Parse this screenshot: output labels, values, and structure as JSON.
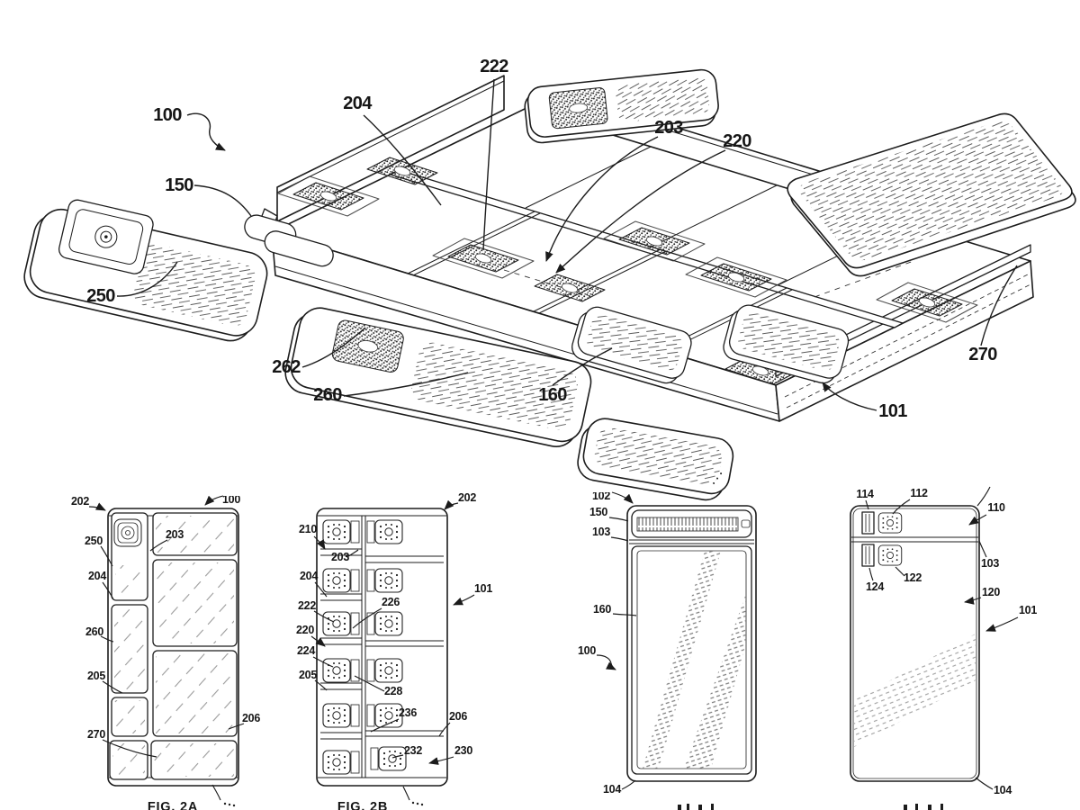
{
  "document": {
    "kind": "patent figure sheet",
    "description": "Exploded perspective view of a modular phone with an endoskeleton frame and detachable modules, above four detail views"
  },
  "top_figure": {
    "name": "exploded perspective assembly view",
    "labels": {
      "l100": "100",
      "l150": "150",
      "l250": "250",
      "l204": "204",
      "l222": "222",
      "l203": "203",
      "l220": "220",
      "l262": "262",
      "l260": "260",
      "l160": "160",
      "l270": "270",
      "l101": "101"
    }
  },
  "fig_2a": {
    "caption": "FIG. 2A",
    "labels": {
      "l202": "202",
      "l100": "100",
      "l250": "250",
      "l203": "203",
      "l204": "204",
      "l260": "260",
      "l205": "205",
      "l270": "270",
      "l206": "206"
    }
  },
  "fig_2b": {
    "caption": "FIG. 2B",
    "labels": {
      "l202": "202",
      "l210": "210",
      "l203": "203",
      "l204": "204",
      "l222": "222",
      "l220": "220",
      "l224": "224",
      "l205": "205",
      "l226": "226",
      "l228": "228",
      "l236": "236",
      "l232": "232",
      "l206": "206",
      "l230": "230",
      "l101": "101"
    }
  },
  "fig_front": {
    "labels": {
      "l102": "102",
      "l150": "150",
      "l103": "103",
      "l160": "160",
      "l100": "100",
      "l104": "104"
    }
  },
  "fig_rear": {
    "labels": {
      "l114": "114",
      "l112": "112",
      "l110": "110",
      "l103": "103",
      "l124": "124",
      "l122": "122",
      "l120": "120",
      "l101": "101",
      "l104": "104"
    }
  },
  "colors": {
    "ink": "#1c1c1c",
    "paper": "#ffffff",
    "hatch": "#777777"
  }
}
